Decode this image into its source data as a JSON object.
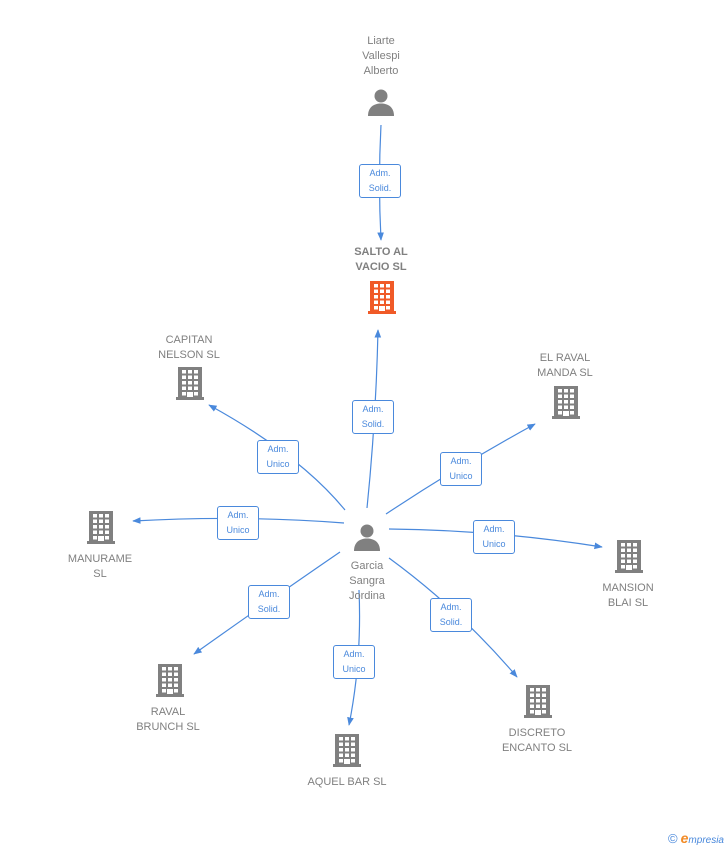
{
  "nodes": [
    {
      "id": "liarte",
      "label": "Liarte\nVallespi\nAlberto",
      "kind": "person"
    },
    {
      "id": "salto",
      "label": "SALTO AL\nVACIO  SL",
      "kind": "company",
      "highlight": true
    },
    {
      "id": "garcia",
      "label": "Garcia\nSangra\nJordina",
      "kind": "person"
    },
    {
      "id": "capitan",
      "label": "CAPITAN\nNELSON  SL",
      "kind": "company"
    },
    {
      "id": "raval_manda",
      "label": "EL RAVAL\nMANDA  SL",
      "kind": "company"
    },
    {
      "id": "manurame",
      "label": "MANURAME\nSL",
      "kind": "company"
    },
    {
      "id": "mansion",
      "label": "MANSION\nBLAI  SL",
      "kind": "company"
    },
    {
      "id": "raval_brunch",
      "label": "RAVAL\nBRUNCH  SL",
      "kind": "company"
    },
    {
      "id": "aquel",
      "label": "AQUEL BAR  SL",
      "kind": "company"
    },
    {
      "id": "discreto",
      "label": "DISCRETO\nENCANTO  SL",
      "kind": "company"
    }
  ],
  "edges": [
    {
      "from": "liarte",
      "to": "salto",
      "label": "Adm.\nSolid."
    },
    {
      "from": "garcia",
      "to": "salto",
      "label": "Adm.\nSolid."
    },
    {
      "from": "garcia",
      "to": "capitan",
      "label": "Adm.\nUnico"
    },
    {
      "from": "garcia",
      "to": "raval_manda",
      "label": "Adm.\nUnico"
    },
    {
      "from": "garcia",
      "to": "manurame",
      "label": "Adm.\nUnico"
    },
    {
      "from": "garcia",
      "to": "mansion",
      "label": "Adm.\nUnico"
    },
    {
      "from": "garcia",
      "to": "raval_brunch",
      "label": "Adm.\nSolid."
    },
    {
      "from": "garcia",
      "to": "aquel",
      "label": "Adm.\nUnico"
    },
    {
      "from": "garcia",
      "to": "discreto",
      "label": "Adm.\nSolid."
    }
  ],
  "colors": {
    "edge": "#4a89dc",
    "company": "#808080",
    "highlight": "#f05a28",
    "person": "#808080"
  },
  "footer": {
    "copyright": "©",
    "brand_initial": "e",
    "brand_rest": "mpresia"
  }
}
